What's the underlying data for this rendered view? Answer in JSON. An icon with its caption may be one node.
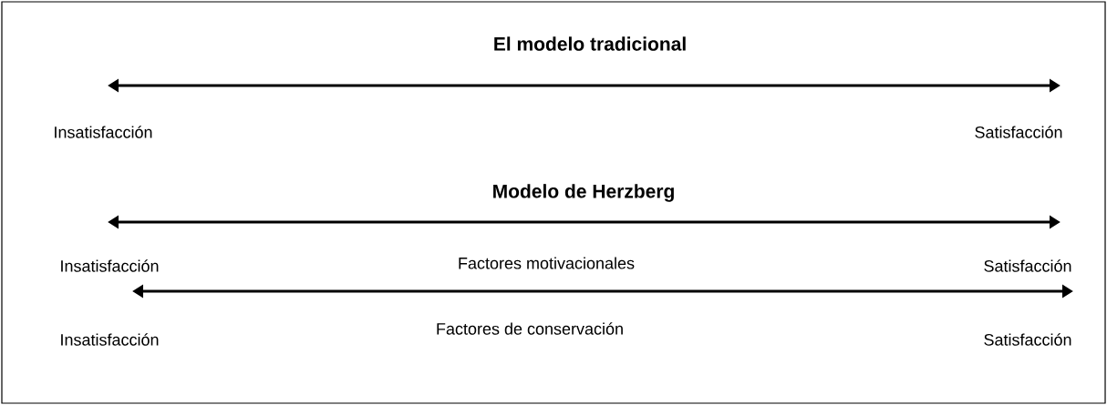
{
  "diagram": {
    "labels": [
      "El modelo tradicional",
      "Insatisfacción",
      "Satisfacción",
      "Modelo de Herzberg",
      "Insatisfacción",
      "Factores motivacionales",
      "Satisfacción",
      "Insatisfacción",
      "Factores de conservación",
      "Satisfacción"
    ]
  }
}
